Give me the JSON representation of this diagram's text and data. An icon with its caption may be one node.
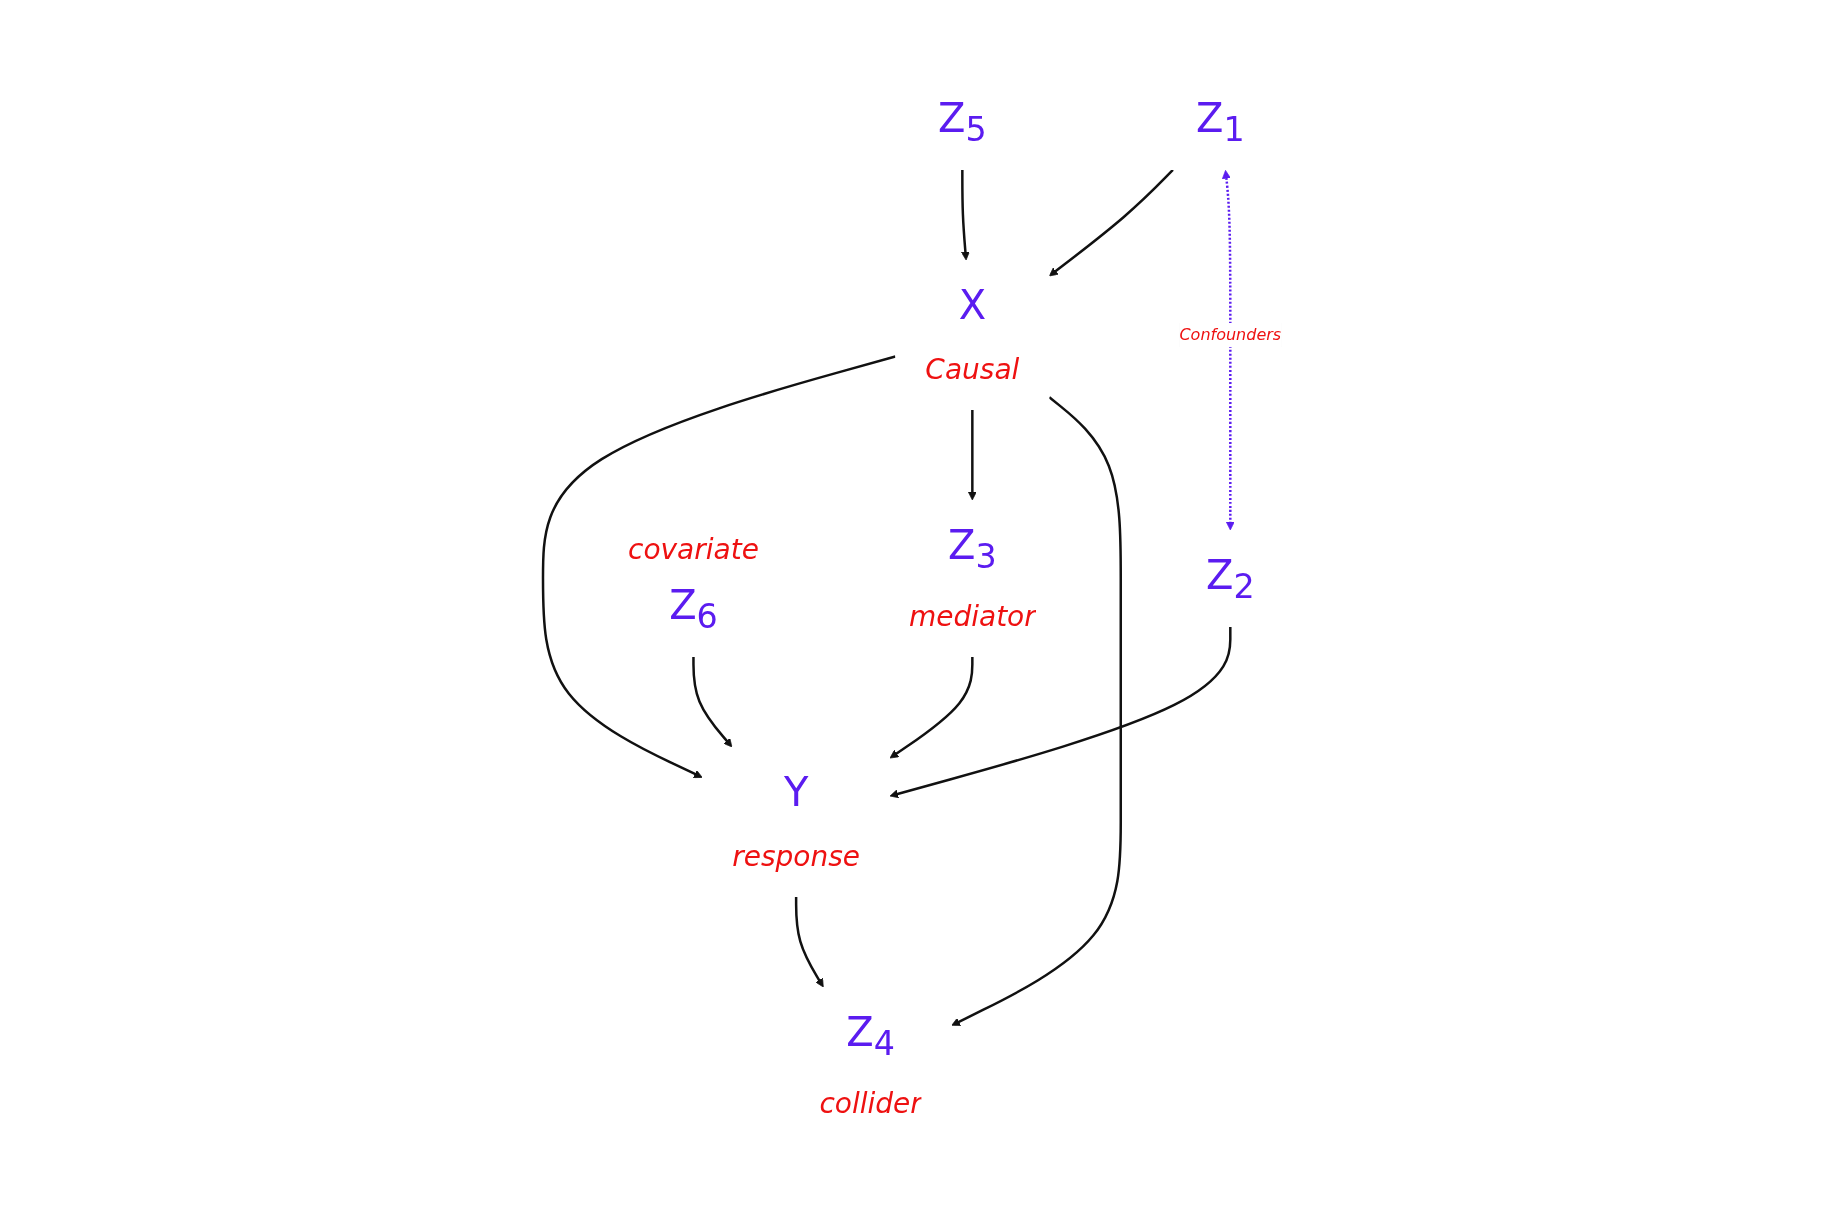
{
  "diagram": {
    "nodes": [
      {
        "text": [
          "Z$_{5}$"
        ]
      },
      {
        "text": [
          "Z$_{1}$"
        ]
      },
      {
        "text": [
          "Z$_{2}$"
        ]
      },
      {
        "text": [
          "covariate",
          "Z$_{6}$"
        ]
      },
      {
        "text": [
          "X",
          "Causal"
        ]
      },
      {
        "text": [
          "Y",
          "response"
        ]
      },
      {
        "text": [
          "Z$_{3}$",
          "mediator"
        ]
      },
      {
        "text": [
          "Z$_{4}$",
          "collider"
        ]
      }
    ],
    "edges": [
      {
        "from": 0,
        "to": 4,
        "arrow": "to"
      },
      {
        "from": 1,
        "to": 4,
        "arrow": "to"
      },
      {
        "from": 1,
        "to": 2,
        "arrow": "both",
        "label": "Confounders",
        "style": "dashed",
        "color": "#5b1cf0"
      },
      {
        "from": 2,
        "to": 5,
        "arrow": "to"
      },
      {
        "from": 3,
        "to": 5,
        "arrow": "to"
      },
      {
        "from": 4,
        "to": 5,
        "arrow": "to"
      },
      {
        "from": 4,
        "to": 6,
        "arrow": "to"
      },
      {
        "from": 6,
        "to": 5,
        "arrow": "to"
      },
      {
        "from": 4,
        "to": 7,
        "arrow": "to"
      },
      {
        "from": 5,
        "to": 7,
        "arrow": "to"
      }
    ]
  }
}
